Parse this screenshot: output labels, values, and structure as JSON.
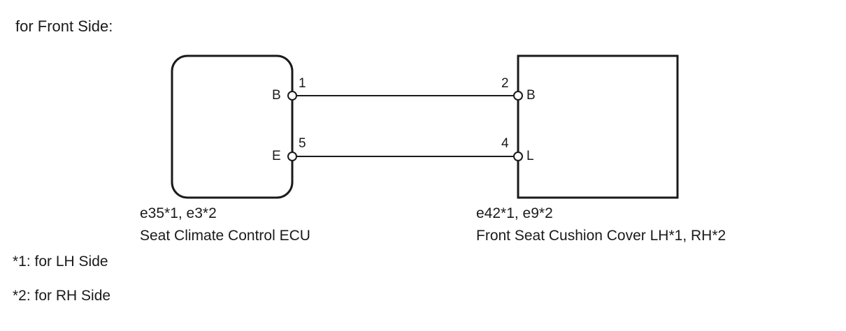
{
  "title": "for Front Side:",
  "left_connector": {
    "code": "e35*1, e3*2",
    "name": "Seat Climate Control ECU",
    "pins": [
      {
        "number": "1",
        "signal": "B"
      },
      {
        "number": "5",
        "signal": "E"
      }
    ]
  },
  "right_connector": {
    "code": "e42*1, e9*2",
    "name": "Front Seat Cushion Cover LH*1, RH*2",
    "pins": [
      {
        "number": "2",
        "signal": "B"
      },
      {
        "number": "4",
        "signal": "L"
      }
    ]
  },
  "notes": [
    "*1: for LH Side",
    "*2: for RH Side"
  ]
}
